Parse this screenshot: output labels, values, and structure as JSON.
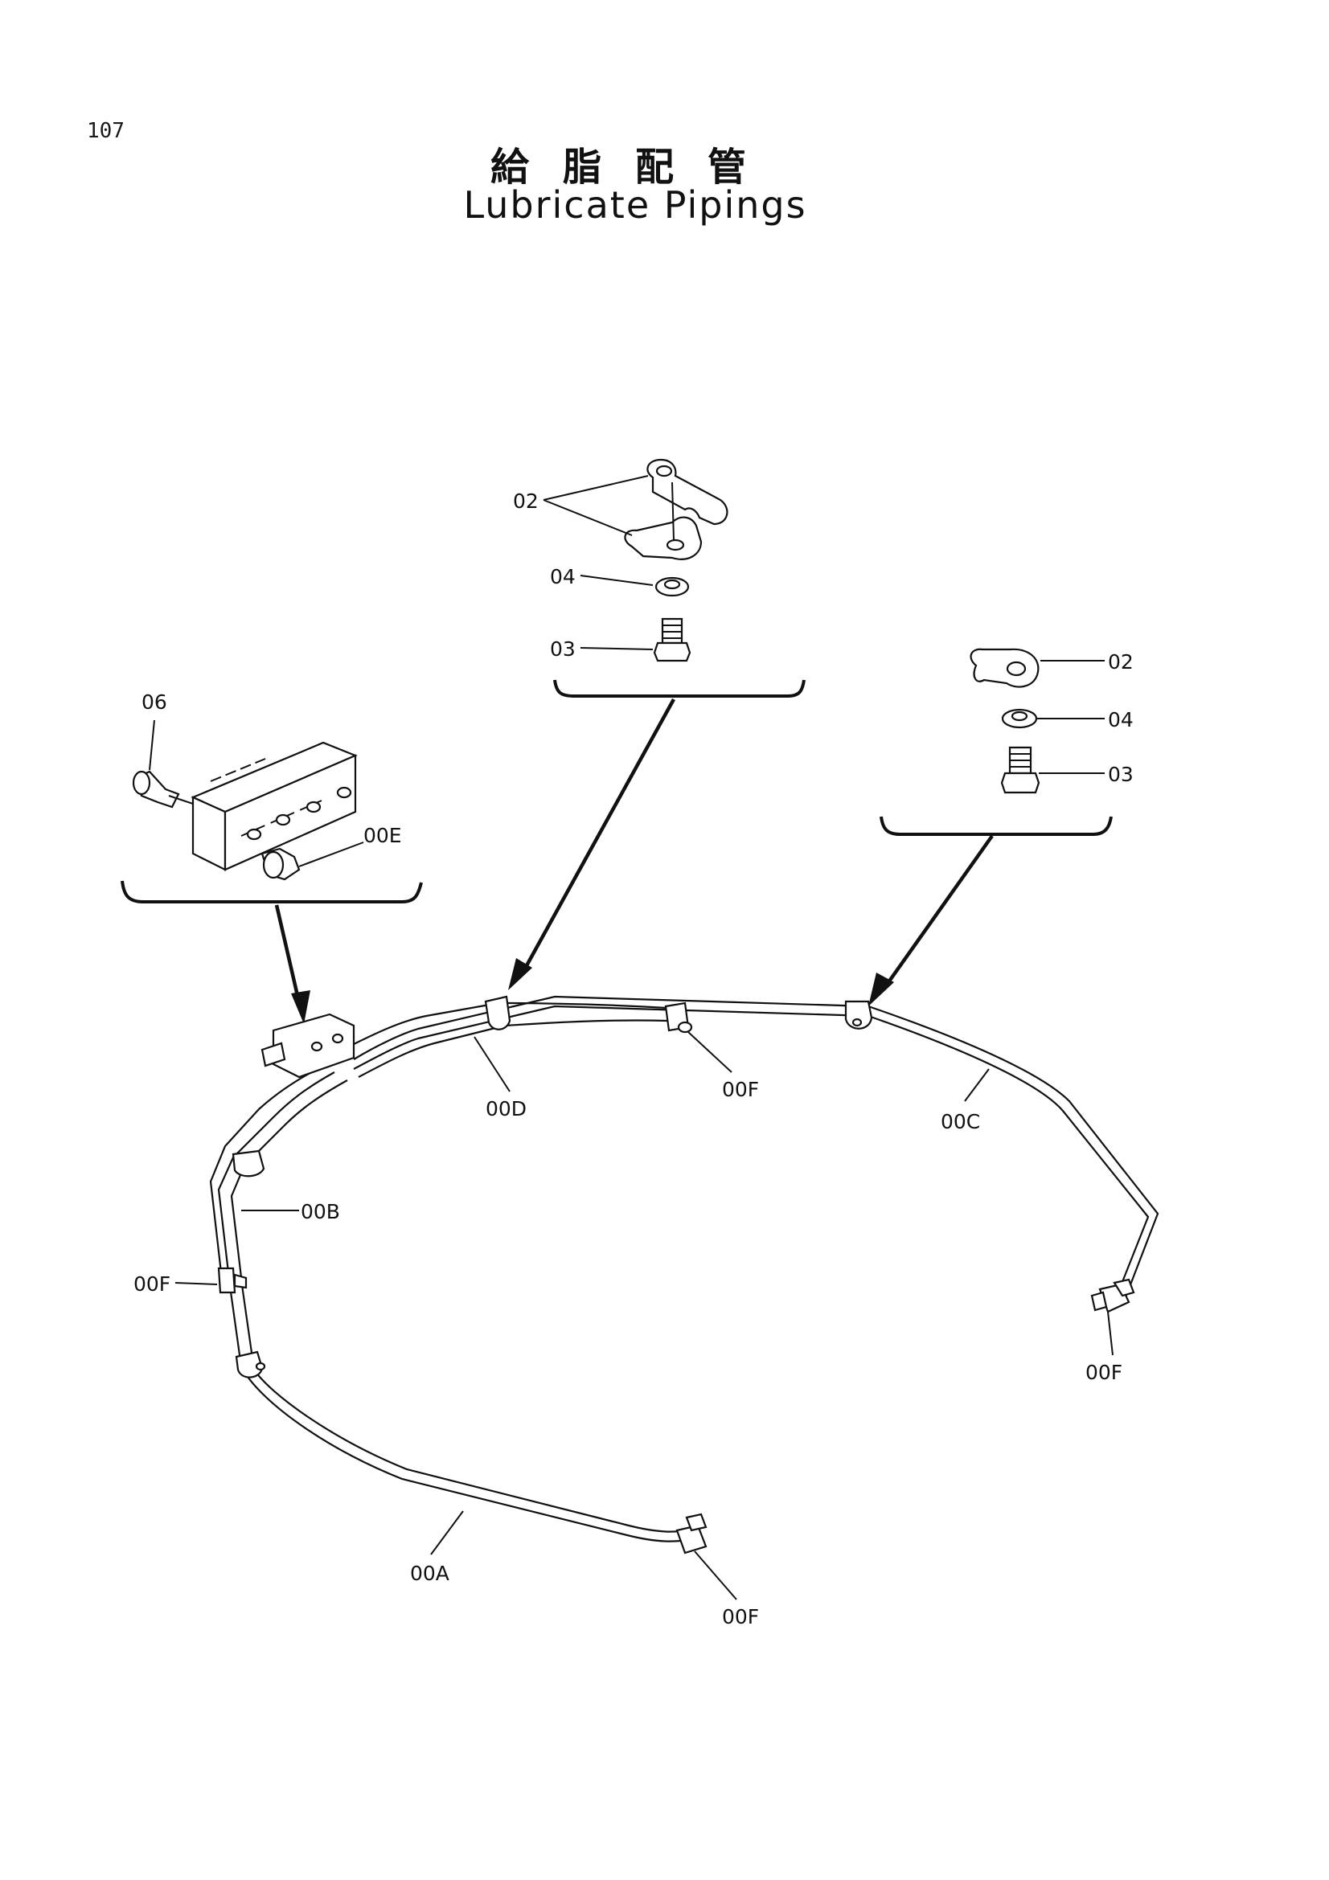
{
  "page": {
    "number": "107"
  },
  "title": {
    "japanese": "給脂配管",
    "english": "Lubricate Pipings"
  },
  "labels": {
    "top_clamp_02": "02",
    "top_washer_04": "04",
    "top_bolt_03": "03",
    "right_clamp_02": "02",
    "right_washer_04": "04",
    "right_bolt_03": "03",
    "left_fitting_06": "06",
    "left_fitting_00E": "00E",
    "pipe_00D": "00D",
    "fitting_00F_mid": "00F",
    "pipe_00C": "00C",
    "pipe_00B": "00B",
    "fitting_00F_left": "00F",
    "fitting_00F_right": "00F",
    "pipe_00A": "00A",
    "fitting_00F_bottom": "00F"
  }
}
